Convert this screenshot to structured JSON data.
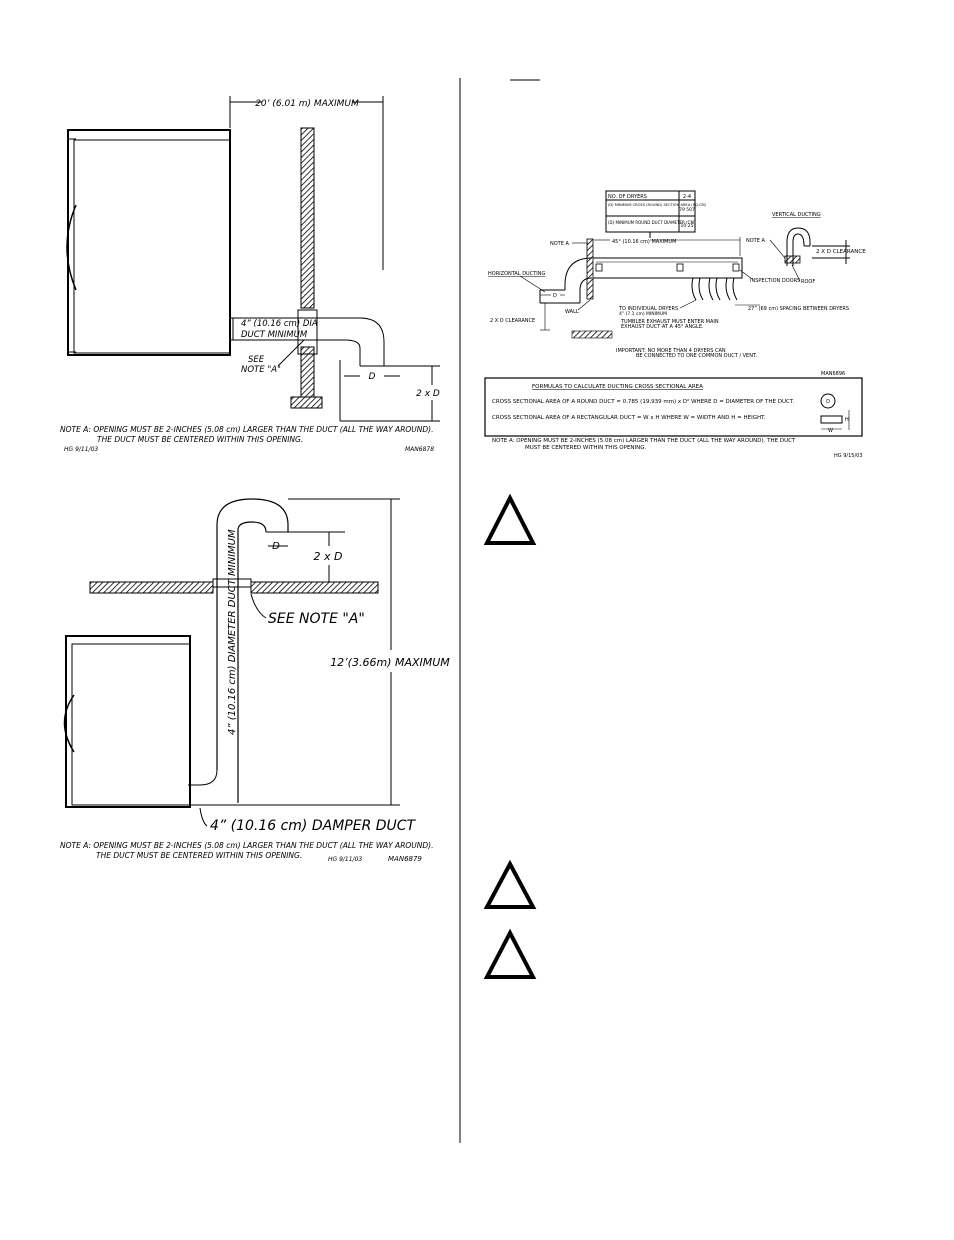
{
  "fig1": {
    "dim_max": "20’ (6.01 m) MAXIMUM",
    "duct_line1": "4” (10.16 cm) DIA",
    "duct_line2": "DUCT MINIMUM",
    "see_line1": "SEE",
    "see_line2": "NOTE \"A\"",
    "label_d": "D",
    "label_2xd": "2 x D",
    "note_line1": "NOTE A: OPENING MUST BE 2-INCHES (5.08 cm) LARGER THAN THE DUCT (ALL THE WAY AROUND).",
    "note_line2": "THE DUCT MUST BE CENTERED WITHIN THIS OPENING.",
    "author": "HG 9/11/03",
    "code": "MAN6878"
  },
  "fig2": {
    "label_d": "D",
    "label_2xd": "2 x D",
    "see_note": "SEE NOTE \"A\"",
    "duct_vertical": "4” (10.16 cm) DIAMETER DUCT MINIMUM",
    "dim_max": "12’(3.66m) MAXIMUM",
    "damper": "4” (10.16 cm) DAMPER DUCT",
    "note_line1": "NOTE A: OPENING MUST BE 2-INCHES (5.08 cm) LARGER THAN THE DUCT (ALL THE WAY AROUND).",
    "note_line2": "THE DUCT MUST BE CENTERED WITHIN THIS OPENING.",
    "author": "HG 9/11/03",
    "code": "MAN6879"
  },
  "fig3": {
    "table": [
      {
        "label": "NO. OF DRYERS",
        "value": "2-4"
      },
      {
        "label": "(D) MINIMUM CROSS (ROUND) SECTION AREA (SQ.CM)",
        "value": "79 507"
      },
      {
        "label": "(D) MINIMUM ROUND DUCT DIAMETER (CM)",
        "value": "10 25"
      }
    ],
    "vertical_ducting": "VERTICAL DUCTING",
    "note_a_left": "NOTE A",
    "note_a_right": "NOTE A",
    "dim_45": "45° (10.16 cm) MAXIMUM",
    "clearance_right": "2 X D CLEARANCE",
    "horizontal_ducting": "HORIZONTAL DUCTING",
    "inspection_doors": "INSPECTION DOORS",
    "roof": "ROOF",
    "label_d": "D",
    "wall": "WALL",
    "to_dryers": "TO INDIVIDUAL DRYERS",
    "min_4": "4” (7.1 cm) MINIMUM",
    "spacing": "27” (69 cm) SPACING BETWEEN DRYERS",
    "clearance_left": "2 X D CLEARANCE",
    "tumbler_line1": "TUMBLER EXHAUST MUST ENTER MAIN",
    "tumbler_line2": "EXHAUST DUCT AT A 45° ANGLE.",
    "important_line1": "IMPORTANT: NO MORE THAN 4 DRYERS CAN",
    "important_line2": "BE CONNECTED TO ONE COMMON DUCT / VENT.",
    "code": "MAN6896",
    "formulas_title": "FORMULAS TO CALCULATE DUCTING CROSS SECTIONAL AREA",
    "formula_round": "CROSS SECTIONAL AREA OF A ROUND DUCT = 0.785 (19,939 mm) x D² WHERE D = DIAMETER OF THE DUCT.",
    "formula_rect": "CROSS SECTIONAL AREA OF A RECTANGULAR DUCT = W x H WHERE W = WIDTH AND H = HEIGHT.",
    "circle_label": "D",
    "w_label": "W",
    "h_label": "H",
    "note_line1": "NOTE A: OPENING MUST BE 2-INCHES (5.08 cm) LARGER THAN THE DUCT (ALL THE WAY AROUND). THE DUCT",
    "note_line2": "MUST BE CENTERED WITHIN THIS OPENING.",
    "author": "HG 9/15/03"
  }
}
